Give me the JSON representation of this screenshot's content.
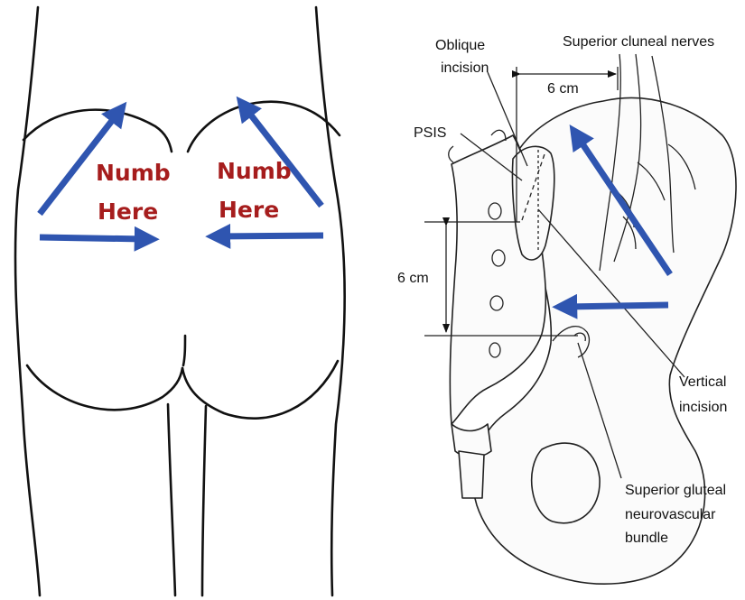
{
  "left_panel": {
    "left_label": [
      "Numb",
      "Here"
    ],
    "right_label": [
      "Numb",
      "Here"
    ]
  },
  "right_panel": {
    "labels": {
      "oblique_incision": [
        "Oblique",
        "incision"
      ],
      "superior_cluneal_nerves": "Superior cluneal nerves",
      "dist_top": "6 cm",
      "psis": "PSIS",
      "dist_left": "6 cm",
      "vertical_incision": [
        "Vertical",
        "incision"
      ],
      "superior_gluteal": [
        "Superior gluteal",
        "neurovascular",
        "bundle"
      ]
    }
  },
  "colors": {
    "arrow": "#2f55b0",
    "label": "#a61d1d",
    "line": "#111111"
  }
}
